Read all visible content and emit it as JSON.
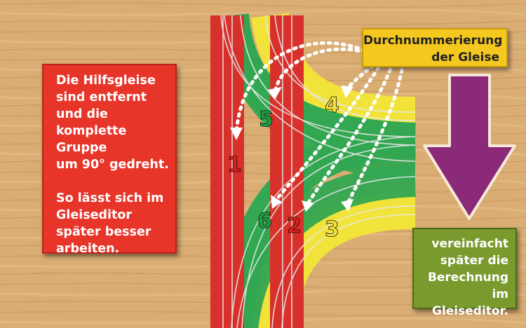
{
  "left_note": {
    "lines_1": [
      "Die Hilfsgleise",
      "sind entfernt",
      "und die",
      "komplette Gruppe",
      "um 90° gedreht."
    ],
    "lines_2": [
      "So lässt sich im",
      "Gleiseditor",
      "später besser",
      "arbeiten."
    ]
  },
  "top_label": {
    "lines": [
      "Durchnummerierung",
      "der Gleise"
    ]
  },
  "bottom_note": {
    "lines": [
      "vereinfacht",
      "später die",
      "Berechnung",
      "im Gleiseditor."
    ]
  },
  "track_numbers": [
    "1",
    "2",
    "3",
    "4",
    "5",
    "6"
  ],
  "colors": {
    "wood": "#d9ad74",
    "track_red": "#d8312b",
    "track_green": "#33a751",
    "track_yellow": "#f2e33a",
    "arrow_purple": "#8b2a78",
    "note_red": "#e8352a",
    "note_yellow": "#f4c81e",
    "note_green": "#7a9a2e"
  }
}
